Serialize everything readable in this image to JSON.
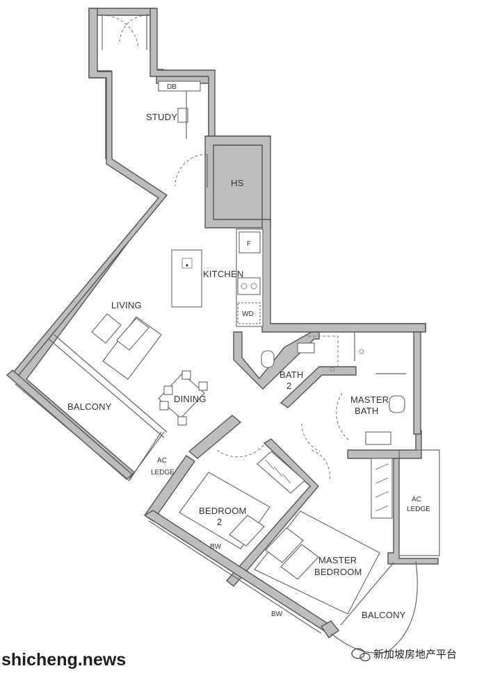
{
  "rooms": {
    "study": "STUDY",
    "db": "DB",
    "hs": "HS",
    "fridge": "F",
    "kitchen": "KITCHEN",
    "wd": "WD",
    "living": "LIVING",
    "dining": "DINING",
    "balcony_left": "BALCONY",
    "ac_ledge_left_1": "AC",
    "ac_ledge_left_2": "LEDGE",
    "bath2_1": "BATH",
    "bath2_2": "2",
    "master_bath_1": "MASTER",
    "master_bath_2": "BATH",
    "bedroom2_1": "BEDROOM",
    "bedroom2_2": "2",
    "master_bedroom_1": "MASTER",
    "master_bedroom_2": "BEDROOM",
    "bw_1": "BW",
    "bw_2": "BW",
    "ac_ledge_right_1": "AC",
    "ac_ledge_right_2": "LEDGE",
    "balcony_right": "BALCONY"
  },
  "watermark": {
    "site": "shicheng.news",
    "channel": "新加坡房地产平台",
    "icon": "wechat-icon"
  },
  "colors": {
    "wall_fill": "#bdbdbd",
    "line": "#555555"
  }
}
